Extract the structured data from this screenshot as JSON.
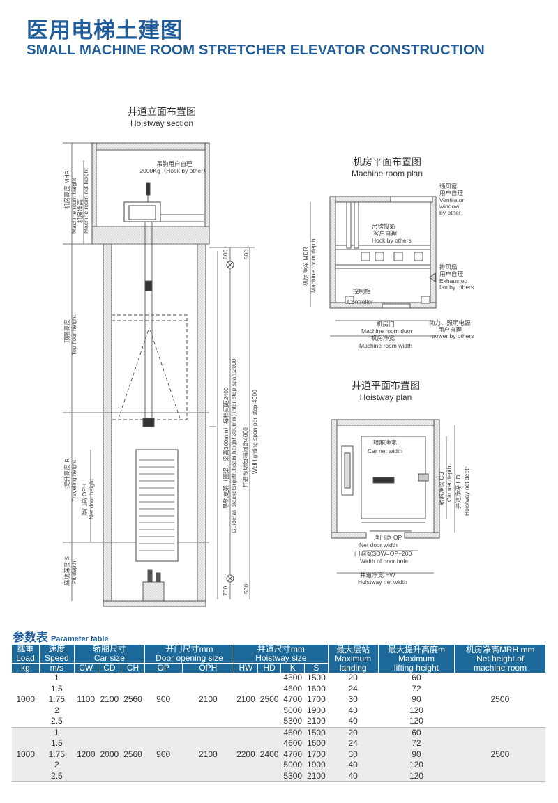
{
  "header": {
    "title_cn": "医用电梯土建图",
    "title_en": "SMALL MACHINE ROOM STRETCHER ELEVATOR CONSTRUCTION"
  },
  "section": {
    "caption_cn": "井道立面布置图",
    "caption_en": "Hoistway section",
    "hook_cn": "吊钩用户自理",
    "hook_en": "2000Kg（Hook by other）",
    "mhr_cn": "机房高度 MHR",
    "mhr_en": "Machine room height",
    "mrnh_cn": "机房净高",
    "mrnh_en": "Machine room net height",
    "top_cn": "顶层高度",
    "top_en": "Top floor height",
    "travel_cn": "提升高度 R",
    "travel_en": "Traveling height",
    "ndh_cn": "净门高 OPH",
    "ndh_en": "Net door height",
    "pit_cn": "底坑深度 S",
    "pit_en": "Pit depth",
    "bracket_cn": "导轨支架（圈梁，梁高300mm）每档间距2400",
    "bracket_en": "Guiderail brackets(girth,beam height 300mm) inter-step span:2000",
    "light_cn": "井道照明每档间距4000",
    "light_en": "Well lighting span per step:4000",
    "dim_800": "800",
    "dim_500a": "500",
    "dim_700": "700",
    "dim_500b": "500"
  },
  "mr_plan": {
    "caption_cn": "机房平面布置图",
    "caption_en": "Machine room plan",
    "vent_cn": "通风窗",
    "vent_cn2": "用户自理",
    "vent_en1": "Ventilator",
    "vent_en2": "window",
    "vent_en3": "by other",
    "hook_cn": "吊钩投影",
    "hook_cn2": "客户自理",
    "hook_en": "Hock by others",
    "fan_cn": "排风扇",
    "fan_cn2": "用户自理",
    "fan_en1": "Exhausted",
    "fan_en2": "fan by others",
    "depth_cn": "机房净深 MDR",
    "depth_en": "Machine room depth",
    "ctrl_cn": "控制柜",
    "ctrl_en": "Controller",
    "door_cn": "机房门",
    "door_en": "Machine room door",
    "width_cn": "机房净宽",
    "width_en": "Machine room width",
    "power_cn": "动力、照明电源",
    "power_cn2": "用户自理",
    "power_en": "power by others"
  },
  "hw_plan": {
    "caption_cn": "井道平面布置图",
    "caption_en": "Hoistway plan",
    "cw_cn": "轿厢净宽",
    "cw_en": "Car net width",
    "cd_cn": "轿厢净深 CD",
    "cd_en": "Car net depth",
    "hd_cn": "井道净深 HD",
    "hd_en": "Hoistway net depth",
    "op_cn": "净门宽 OP",
    "op_en": "Net door width",
    "hole_cn": "门洞宽SOW=OP+200",
    "hole_en": "Width of door hole",
    "hw_cn": "井道净宽 HW",
    "hw_en": "Hoistway net width"
  },
  "params": {
    "title_cn": "参数表",
    "title_en": "Parameter table",
    "h1": {
      "load": "载重",
      "load_en": "Load",
      "speed": "速度",
      "speed_en": "Speed",
      "car": "轿厢尺寸",
      "car_en": "Car size",
      "door": "开门尺寸mm",
      "door_en": "Door opening size",
      "hoist": "井道尺寸mm",
      "hoist_en": "Hoistway size",
      "maxl": "最大层站",
      "maxl_en": "Maximum",
      "maxl_en2": "landing",
      "maxh": "最大提升高度m",
      "maxh_en": "Maximum",
      "maxh_en2": "lifting height",
      "mrh": "机房净高MRH mm",
      "mrh_en": "Net height of",
      "mrh_en2": "machine room"
    },
    "h2": {
      "kg": "kg",
      "ms": "m/s",
      "cw": "CW",
      "cd": "CD",
      "ch": "CH",
      "op": "OP",
      "oph": "OPH",
      "hw": "HW",
      "hd": "HD",
      "k": "K",
      "s": "S"
    },
    "groups": [
      {
        "load": "1000",
        "cw": "1100",
        "cd": "2100",
        "ch": "2560",
        "op": "900",
        "oph": "2100",
        "hw": "2100",
        "hd": "2500",
        "mrh": "2500",
        "rows": [
          [
            "1",
            "4500",
            "1500",
            "20",
            "60"
          ],
          [
            "1.5",
            "4600",
            "1600",
            "24",
            "72"
          ],
          [
            "1.75",
            "4700",
            "1700",
            "30",
            "90"
          ],
          [
            "2",
            "5000",
            "1900",
            "40",
            "120"
          ],
          [
            "2.5",
            "5300",
            "2100",
            "40",
            "120"
          ]
        ]
      },
      {
        "load": "1000",
        "cw": "1200",
        "cd": "2000",
        "ch": "2560",
        "op": "900",
        "oph": "2100",
        "hw": "2200",
        "hd": "2400",
        "mrh": "2500",
        "rows": [
          [
            "1",
            "4500",
            "1500",
            "20",
            "60"
          ],
          [
            "1.5",
            "4600",
            "1600",
            "24",
            "72"
          ],
          [
            "1.75",
            "4700",
            "1700",
            "30",
            "90"
          ],
          [
            "2",
            "5000",
            "1900",
            "40",
            "120"
          ],
          [
            "2.5",
            "5300",
            "2100",
            "40",
            "120"
          ]
        ]
      }
    ]
  }
}
